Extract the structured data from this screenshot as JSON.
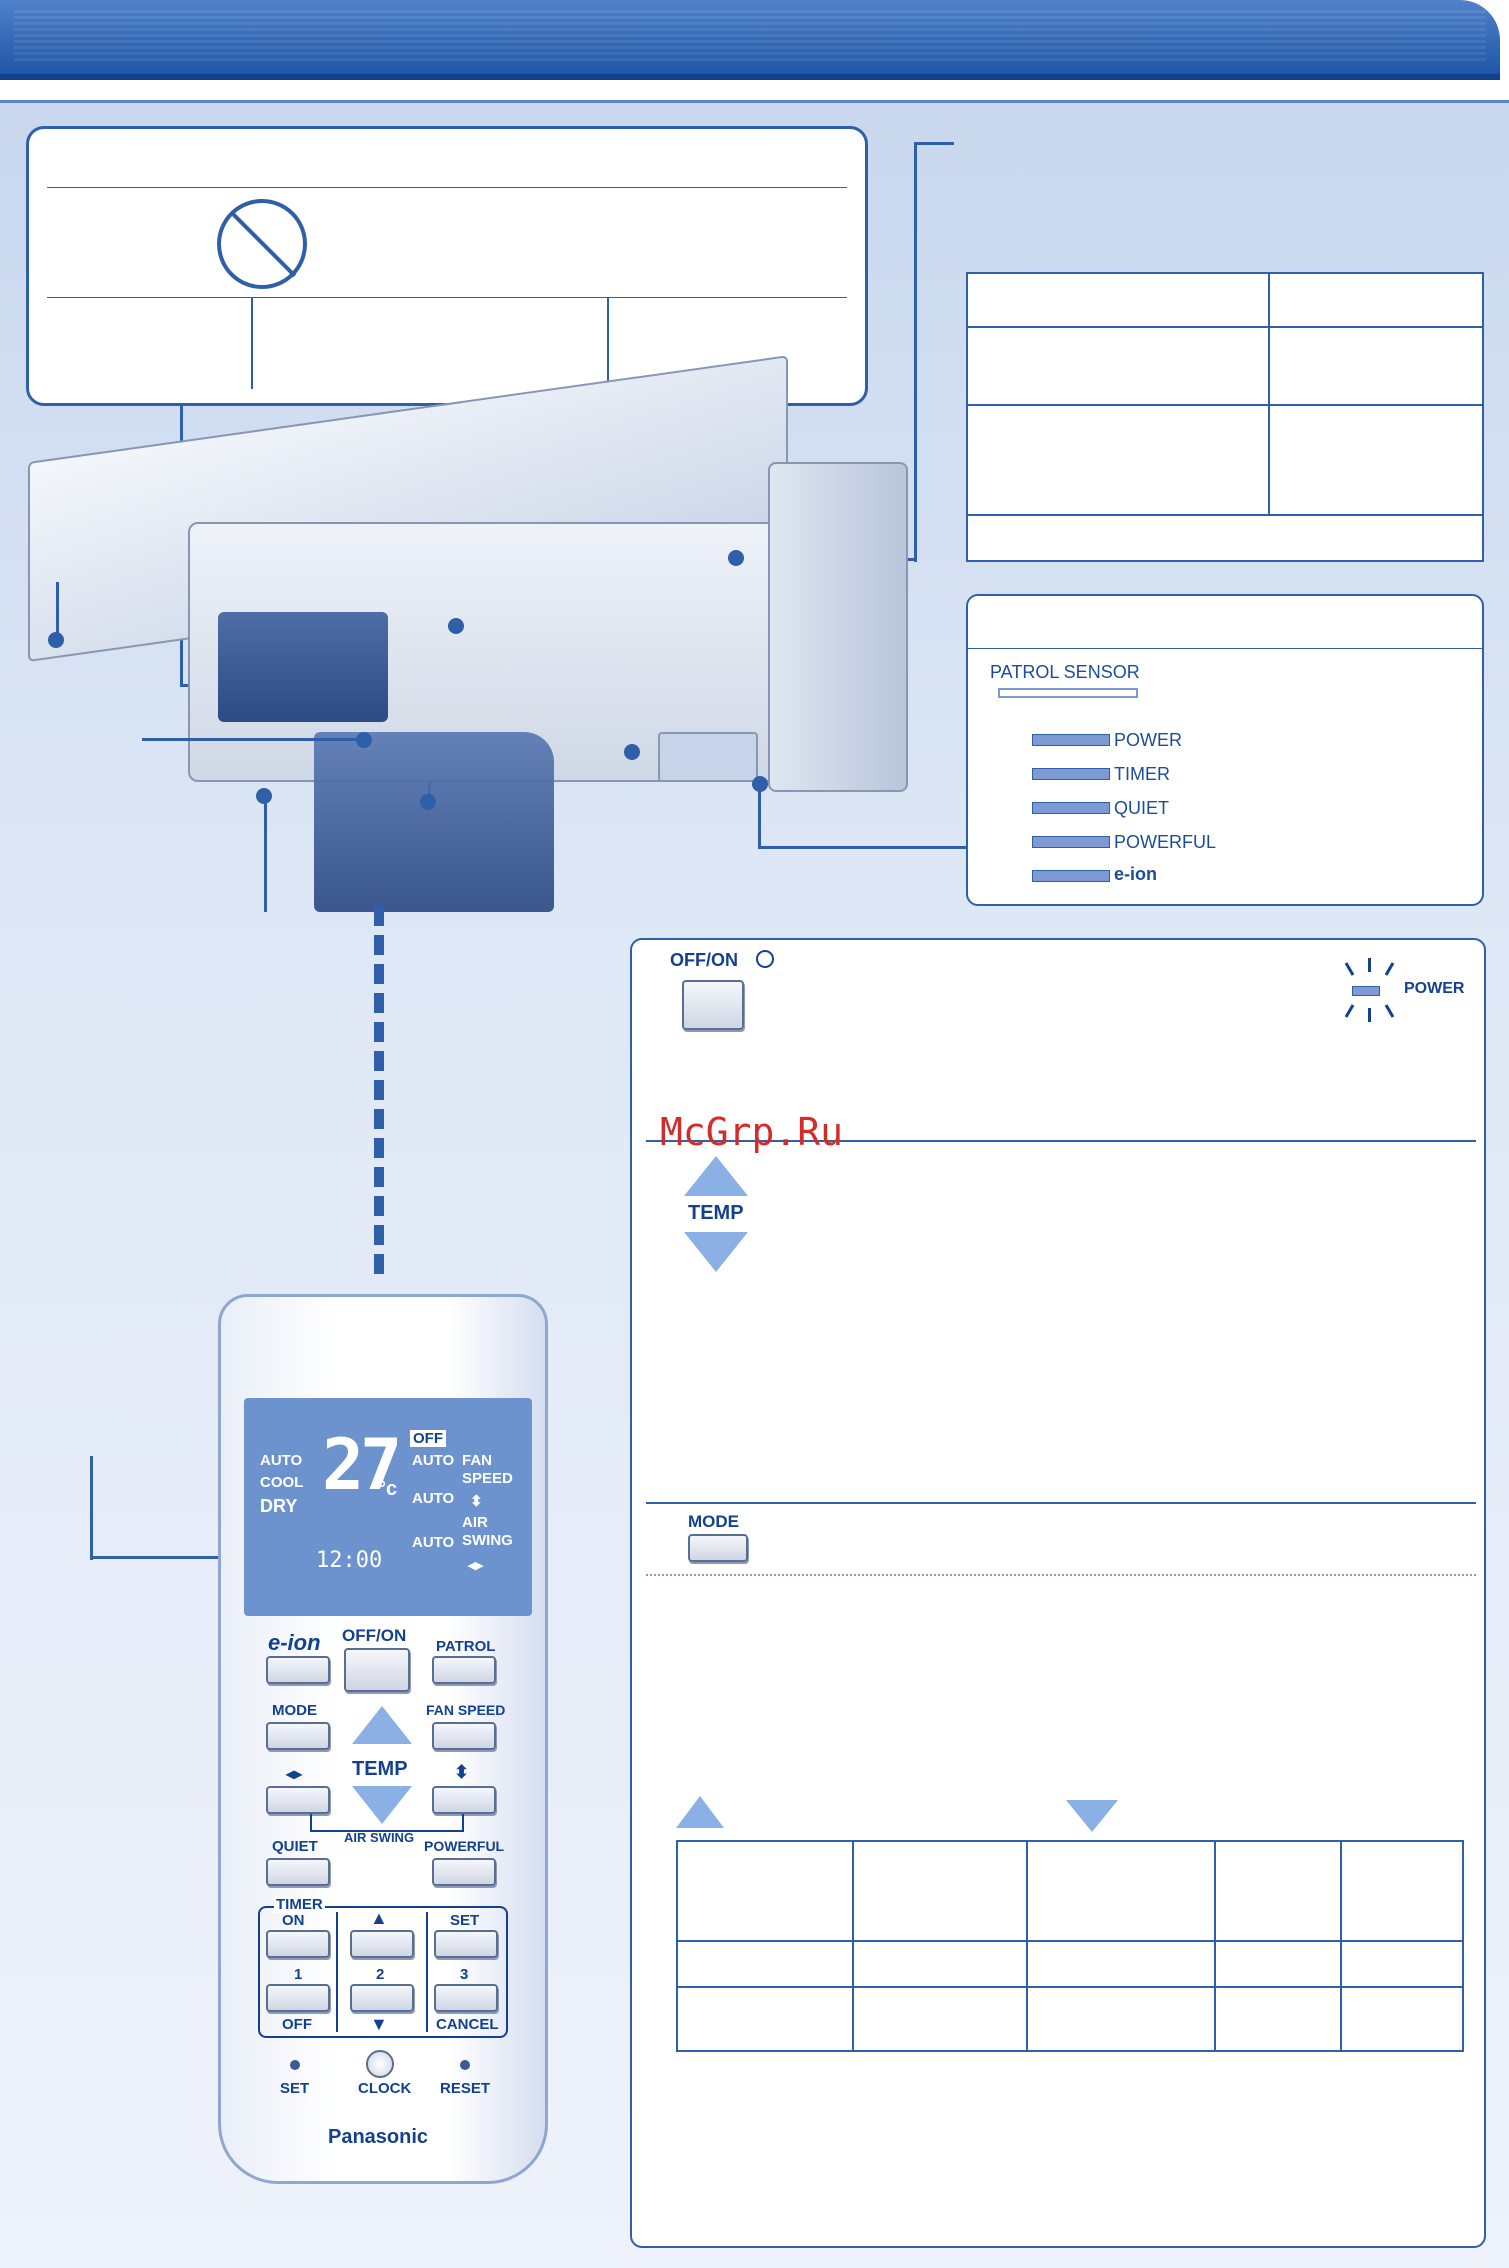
{
  "watermark": "McGrp.Ru",
  "indicator_panel": {
    "sensor_label": "PATROL SENSOR",
    "items": [
      "POWER",
      "TIMER",
      "QUIET",
      "POWERFUL",
      "e-ion"
    ]
  },
  "buttons": {
    "offon": "OFF/ON",
    "power_indicator": "POWER",
    "temp": "TEMP",
    "mode": "MODE"
  },
  "remote": {
    "lcd": {
      "modes": [
        "AUTO",
        "COOL",
        "DRY"
      ],
      "temp": "27",
      "unit": "°c",
      "off": "OFF",
      "fan_auto": "AUTO",
      "swing_auto1": "AUTO",
      "swing_auto2": "AUTO",
      "fan_speed": "FAN SPEED",
      "air_swing": "AIR SWING",
      "clock": "12:00"
    },
    "eion": "e-ion",
    "offon": "OFF/ON",
    "patrol": "PATROL",
    "mode": "MODE",
    "fan_speed": "FAN SPEED",
    "temp": "TEMP",
    "air_swing": "AIR SWING",
    "quiet": "QUIET",
    "powerful": "POWERFUL",
    "timer": "TIMER",
    "on": "ON",
    "set": "SET",
    "one": "1",
    "two": "2",
    "three": "3",
    "off": "OFF",
    "cancel": "CANCEL",
    "set_bottom": "SET",
    "clock": "CLOCK",
    "reset": "RESET",
    "brand": "Panasonic"
  }
}
